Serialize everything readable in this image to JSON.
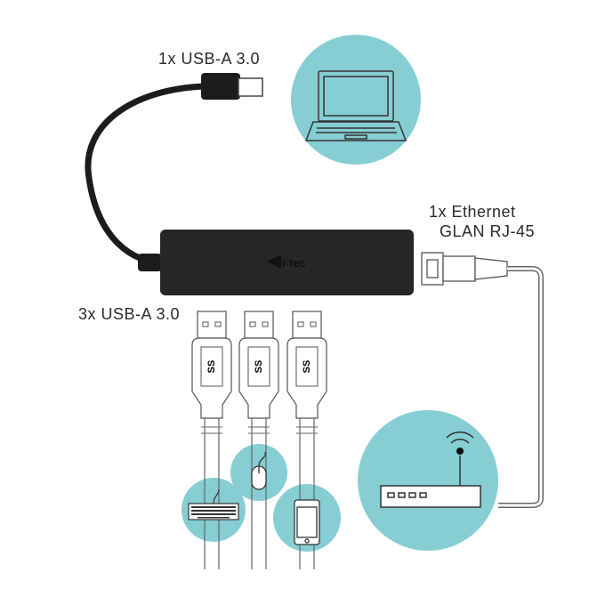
{
  "labels": {
    "usb_in": "1x USB-A 3.0",
    "usb_out": "3x USB-A 3.0",
    "ethernet_line1": "1x Ethernet",
    "ethernet_line2": "GLAN RJ-45"
  },
  "brand": "i-tec",
  "usb_symbol": "SS",
  "colors": {
    "accent": "#86ced3",
    "hub": "#222222",
    "line": "#555555"
  }
}
